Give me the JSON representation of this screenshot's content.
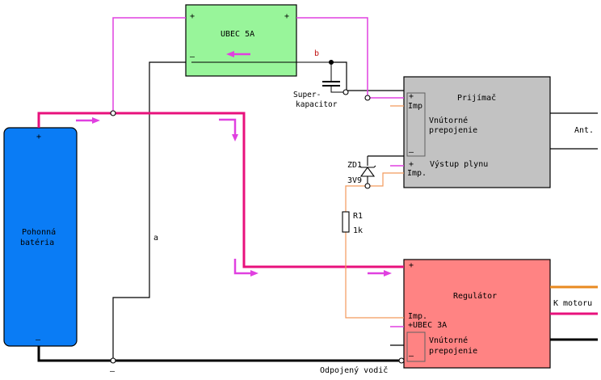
{
  "labels": {
    "battery": [
      "Pohonná",
      "batéria"
    ],
    "battery_plus": "+",
    "battery_minus": "—",
    "ubec_title": "UBEC 5A",
    "ubec_plus_left": "+",
    "ubec_plus_right": "+",
    "ubec_minus": "—",
    "node_b": "b",
    "supercap": [
      "Super-",
      "kapacitor"
    ],
    "receiver_title": "Prijímač",
    "rx_plus": "+",
    "rx_imp": "Imp",
    "rx_internal": [
      "Vnútorné",
      "prepojenie"
    ],
    "rx_minus": "—",
    "antenna": "Ant.",
    "rx_throttle_plus": "+",
    "rx_throttle_imp": "Imp.",
    "rx_throttle": "Výstup plynu",
    "zener": [
      "ZD1",
      "3V9"
    ],
    "resistor": [
      "R1",
      "1k"
    ],
    "node_a": "a",
    "esc_title": "Regulátor",
    "esc_plus": "+",
    "esc_imp": "Imp.",
    "esc_ubec": "+UBEC 3A",
    "esc_internal": [
      "Vnútorné",
      "prepojenie"
    ],
    "esc_minus": "—",
    "motor": "K motoru",
    "ground_minus": "—",
    "disconnected": "Odpojený vodič"
  },
  "colors": {
    "battery": "#0a7cf5",
    "ubec": "#98f59a",
    "receiver": "#c2c2c2",
    "regulator": "#ff8383",
    "power_wire": "#e8117c",
    "thin_wire": "#e040e0",
    "signal_wire": "#f29a5c",
    "ground_wire": "#000000",
    "motor_orange": "#e88a20",
    "motor_pink": "#e8117c",
    "motor_black": "#000000",
    "label_red": "#c01010"
  },
  "icons": {
    "arrow": "flow-arrow-icon",
    "corner_arrow": "flow-corner-arrow-icon",
    "zener": "zener-diode-icon",
    "resistor": "resistor-icon",
    "capacitor": "capacitor-icon"
  }
}
